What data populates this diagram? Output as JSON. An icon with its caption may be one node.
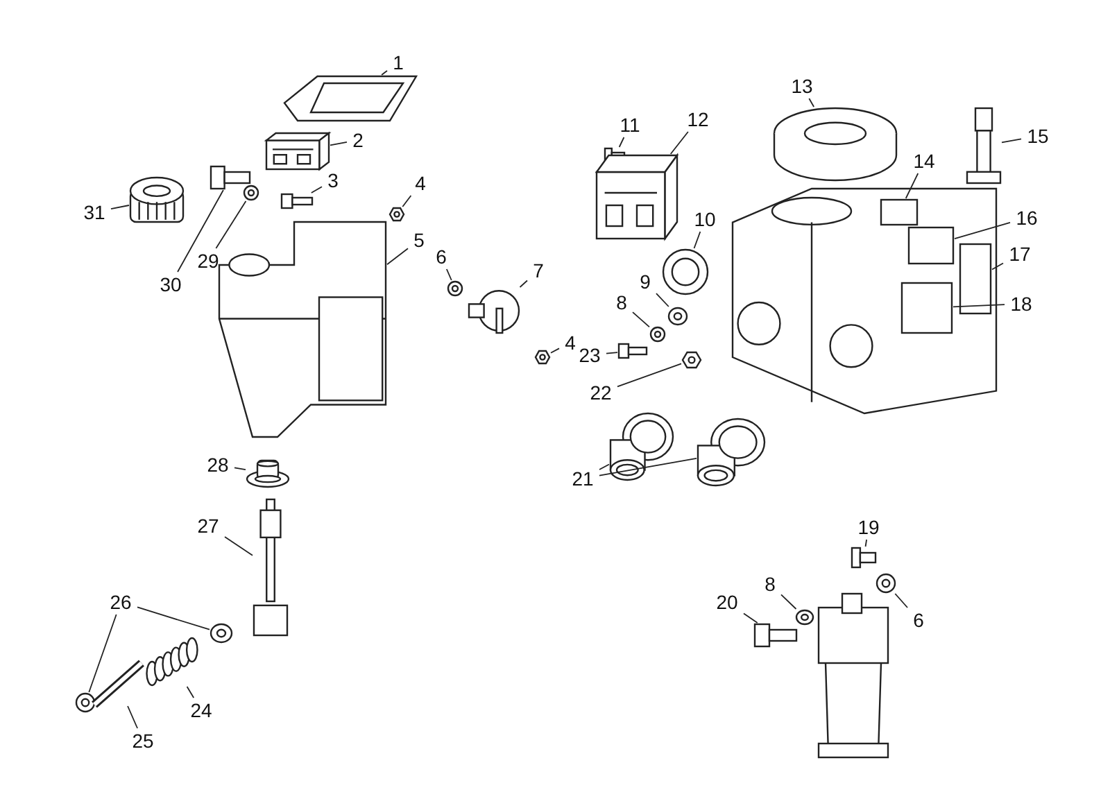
{
  "diagram": {
    "nodes": [
      {
        "text": [
          "1"
        ]
      },
      {
        "text": [],
        "shape": "picture"
      },
      {
        "text": [
          "2"
        ]
      },
      {
        "text": [],
        "shape": "picture"
      },
      {
        "text": [
          "3"
        ]
      },
      {
        "text": [],
        "shape": "picture"
      },
      {
        "text": [
          "4"
        ]
      },
      {
        "text": [],
        "shape": "picture"
      },
      {
        "text": [
          "5"
        ]
      },
      {
        "text": [],
        "shape": "picture"
      },
      {
        "text": [
          "6"
        ]
      },
      {
        "text": [],
        "shape": "picture"
      },
      {
        "text": [
          "7"
        ]
      },
      {
        "text": [],
        "shape": "picture"
      },
      {
        "text": [
          "4"
        ]
      },
      {
        "text": [],
        "shape": "picture"
      },
      {
        "text": [
          "31"
        ]
      },
      {
        "text": [],
        "shape": "picture"
      },
      {
        "text": [
          "30"
        ]
      },
      {
        "text": [],
        "shape": "picture"
      },
      {
        "text": [
          "29"
        ]
      },
      {
        "text": [],
        "shape": "picture"
      },
      {
        "text": [
          "11"
        ]
      },
      {
        "text": [],
        "shape": "picture"
      },
      {
        "text": [
          "12"
        ]
      },
      {
        "text": [],
        "shape": "picture"
      },
      {
        "text": [
          "13"
        ]
      },
      {
        "text": [],
        "shape": "picture"
      },
      {
        "text": [
          "15"
        ]
      },
      {
        "text": [],
        "shape": "picture"
      },
      {
        "text": [],
        "shape": "picture"
      },
      {
        "text": [
          "14"
        ]
      },
      {
        "text": [],
        "shape": "box",
        "in": 30
      },
      {
        "text": [
          "16"
        ]
      },
      {
        "text": [],
        "shape": "box",
        "in": 30
      },
      {
        "text": [
          "17"
        ]
      },
      {
        "text": [],
        "shape": "box",
        "in": 30
      },
      {
        "text": [
          "18"
        ]
      },
      {
        "text": [],
        "shape": "box",
        "in": 30
      },
      {
        "text": [
          "10"
        ]
      },
      {
        "text": [],
        "shape": "picture"
      },
      {
        "text": [
          "9"
        ]
      },
      {
        "text": [],
        "shape": "picture"
      },
      {
        "text": [
          "8"
        ]
      },
      {
        "text": [],
        "shape": "picture"
      },
      {
        "text": [
          "23"
        ]
      },
      {
        "text": [],
        "shape": "picture"
      },
      {
        "text": [
          "22"
        ]
      },
      {
        "text": [],
        "shape": "picture"
      },
      {
        "text": [
          "21"
        ]
      },
      {
        "text": [],
        "shape": "picture"
      },
      {
        "text": [],
        "shape": "picture"
      },
      {
        "text": [
          "28"
        ]
      },
      {
        "text": [],
        "shape": "picture"
      },
      {
        "text": [
          "27"
        ]
      },
      {
        "text": [],
        "shape": "picture"
      },
      {
        "text": [
          "26"
        ]
      },
      {
        "text": [],
        "shape": "picture"
      },
      {
        "text": [],
        "shape": "picture"
      },
      {
        "text": [
          "24"
        ]
      },
      {
        "text": [],
        "shape": "picture"
      },
      {
        "text": [
          "25"
        ]
      },
      {
        "text": [],
        "shape": "picture"
      },
      {
        "text": [
          "19"
        ]
      },
      {
        "text": [],
        "shape": "picture"
      },
      {
        "text": [
          "8"
        ]
      },
      {
        "text": [],
        "shape": "picture"
      },
      {
        "text": [
          "6"
        ]
      },
      {
        "text": [],
        "shape": "picture"
      },
      {
        "text": [
          "20"
        ]
      },
      {
        "text": [],
        "shape": "picture"
      }
    ],
    "edges": [
      {
        "from": 0,
        "to": 1,
        "arrow": "none"
      },
      {
        "from": 2,
        "to": 3,
        "arrow": "none"
      },
      {
        "from": 4,
        "to": 5,
        "arrow": "none"
      },
      {
        "from": 6,
        "to": 7,
        "arrow": "none"
      },
      {
        "from": 8,
        "to": 9,
        "arrow": "none"
      },
      {
        "from": 10,
        "to": 11,
        "arrow": "none"
      },
      {
        "from": 12,
        "to": 13,
        "arrow": "none"
      },
      {
        "from": 14,
        "to": 15,
        "arrow": "none"
      },
      {
        "from": 16,
        "to": 17,
        "arrow": "none"
      },
      {
        "from": 18,
        "to": 19,
        "arrow": "none"
      },
      {
        "from": 20,
        "to": 21,
        "arrow": "none"
      },
      {
        "from": 22,
        "to": 23,
        "arrow": "none"
      },
      {
        "from": 24,
        "to": 25,
        "arrow": "none"
      },
      {
        "from": 26,
        "to": 27,
        "arrow": "none"
      },
      {
        "from": 28,
        "to": 29,
        "arrow": "none"
      },
      {
        "from": 31,
        "to": 32,
        "arrow": "none"
      },
      {
        "from": 33,
        "to": 34,
        "arrow": "none"
      },
      {
        "from": 35,
        "to": 36,
        "arrow": "none"
      },
      {
        "from": 37,
        "to": 38,
        "arrow": "none"
      },
      {
        "from": 39,
        "to": 40,
        "arrow": "none"
      },
      {
        "from": 41,
        "to": 42,
        "arrow": "none"
      },
      {
        "from": 43,
        "to": 44,
        "arrow": "none"
      },
      {
        "from": 45,
        "to": 46,
        "arrow": "none"
      },
      {
        "from": 47,
        "to": 48,
        "arrow": "none"
      },
      {
        "from": 49,
        "to": 50,
        "arrow": "none"
      },
      {
        "from": 49,
        "to": 51,
        "arrow": "none"
      },
      {
        "from": 52,
        "to": 53,
        "arrow": "none"
      },
      {
        "from": 54,
        "to": 55,
        "arrow": "none"
      },
      {
        "from": 56,
        "to": 57,
        "arrow": "none"
      },
      {
        "from": 56,
        "to": 58,
        "arrow": "none"
      },
      {
        "from": 59,
        "to": 60,
        "arrow": "none"
      },
      {
        "from": 61,
        "to": 62,
        "arrow": "none"
      },
      {
        "from": 63,
        "to": 64,
        "arrow": "none"
      },
      {
        "from": 65,
        "to": 66,
        "arrow": "none"
      },
      {
        "from": 67,
        "to": 68,
        "arrow": "none"
      },
      {
        "from": 69,
        "to": 70,
        "arrow": "none"
      }
    ]
  }
}
